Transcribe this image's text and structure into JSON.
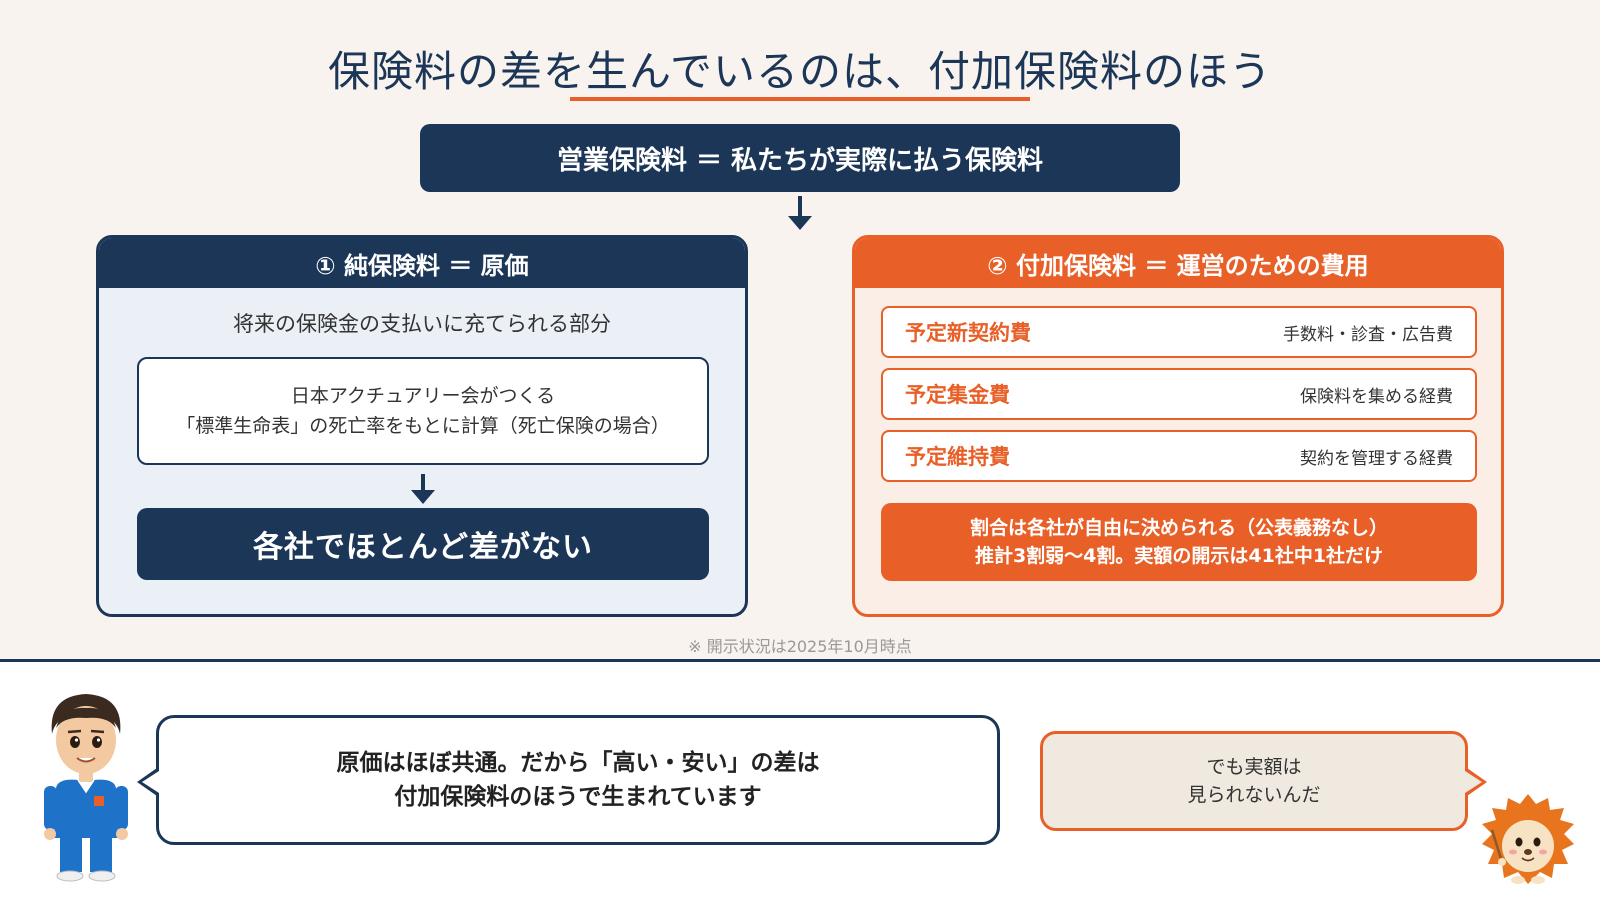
{
  "title": "保険料の差を生んでいるのは、付加保険料のほう",
  "header": "営業保険料 ＝ 私たちが実際に払う保険料",
  "left_panel": {
    "heading": "① 純保険料 ＝ 原価",
    "subtitle": "将来の保険金の支払いに充てられる部分",
    "detail_line1": "日本アクチュアリー会がつくる",
    "detail_line2": "「標準生命表」の死亡率をもとに計算（死亡保険の場合）",
    "conclusion": "各社でほとんど差がない"
  },
  "right_panel": {
    "heading": "② 付加保険料 ＝ 運営のための費用",
    "items": [
      {
        "name": "予定新契約費",
        "desc": "手数料・診査・広告費"
      },
      {
        "name": "予定集金費",
        "desc": "保険料を集める経費"
      },
      {
        "name": "予定維持費",
        "desc": "契約を管理する経費"
      }
    ],
    "summary_line1": "割合は各社が自由に決められる（公表義務なし）",
    "summary_line2": "推計3割弱〜4割。実額の開示は41社中1社だけ"
  },
  "note": "※ 開示状況は2025年10月時点",
  "speech_main": {
    "line1": "原価はほぼ共通。だから「高い・安い」の差は",
    "line2": "付加保険料のほうで生まれています"
  },
  "speech_side": {
    "line1": "でも実額は",
    "line2": "見られないんだ"
  },
  "colors": {
    "navy": "#1c3657",
    "orange": "#e85f28",
    "background": "#f8f3ee"
  }
}
